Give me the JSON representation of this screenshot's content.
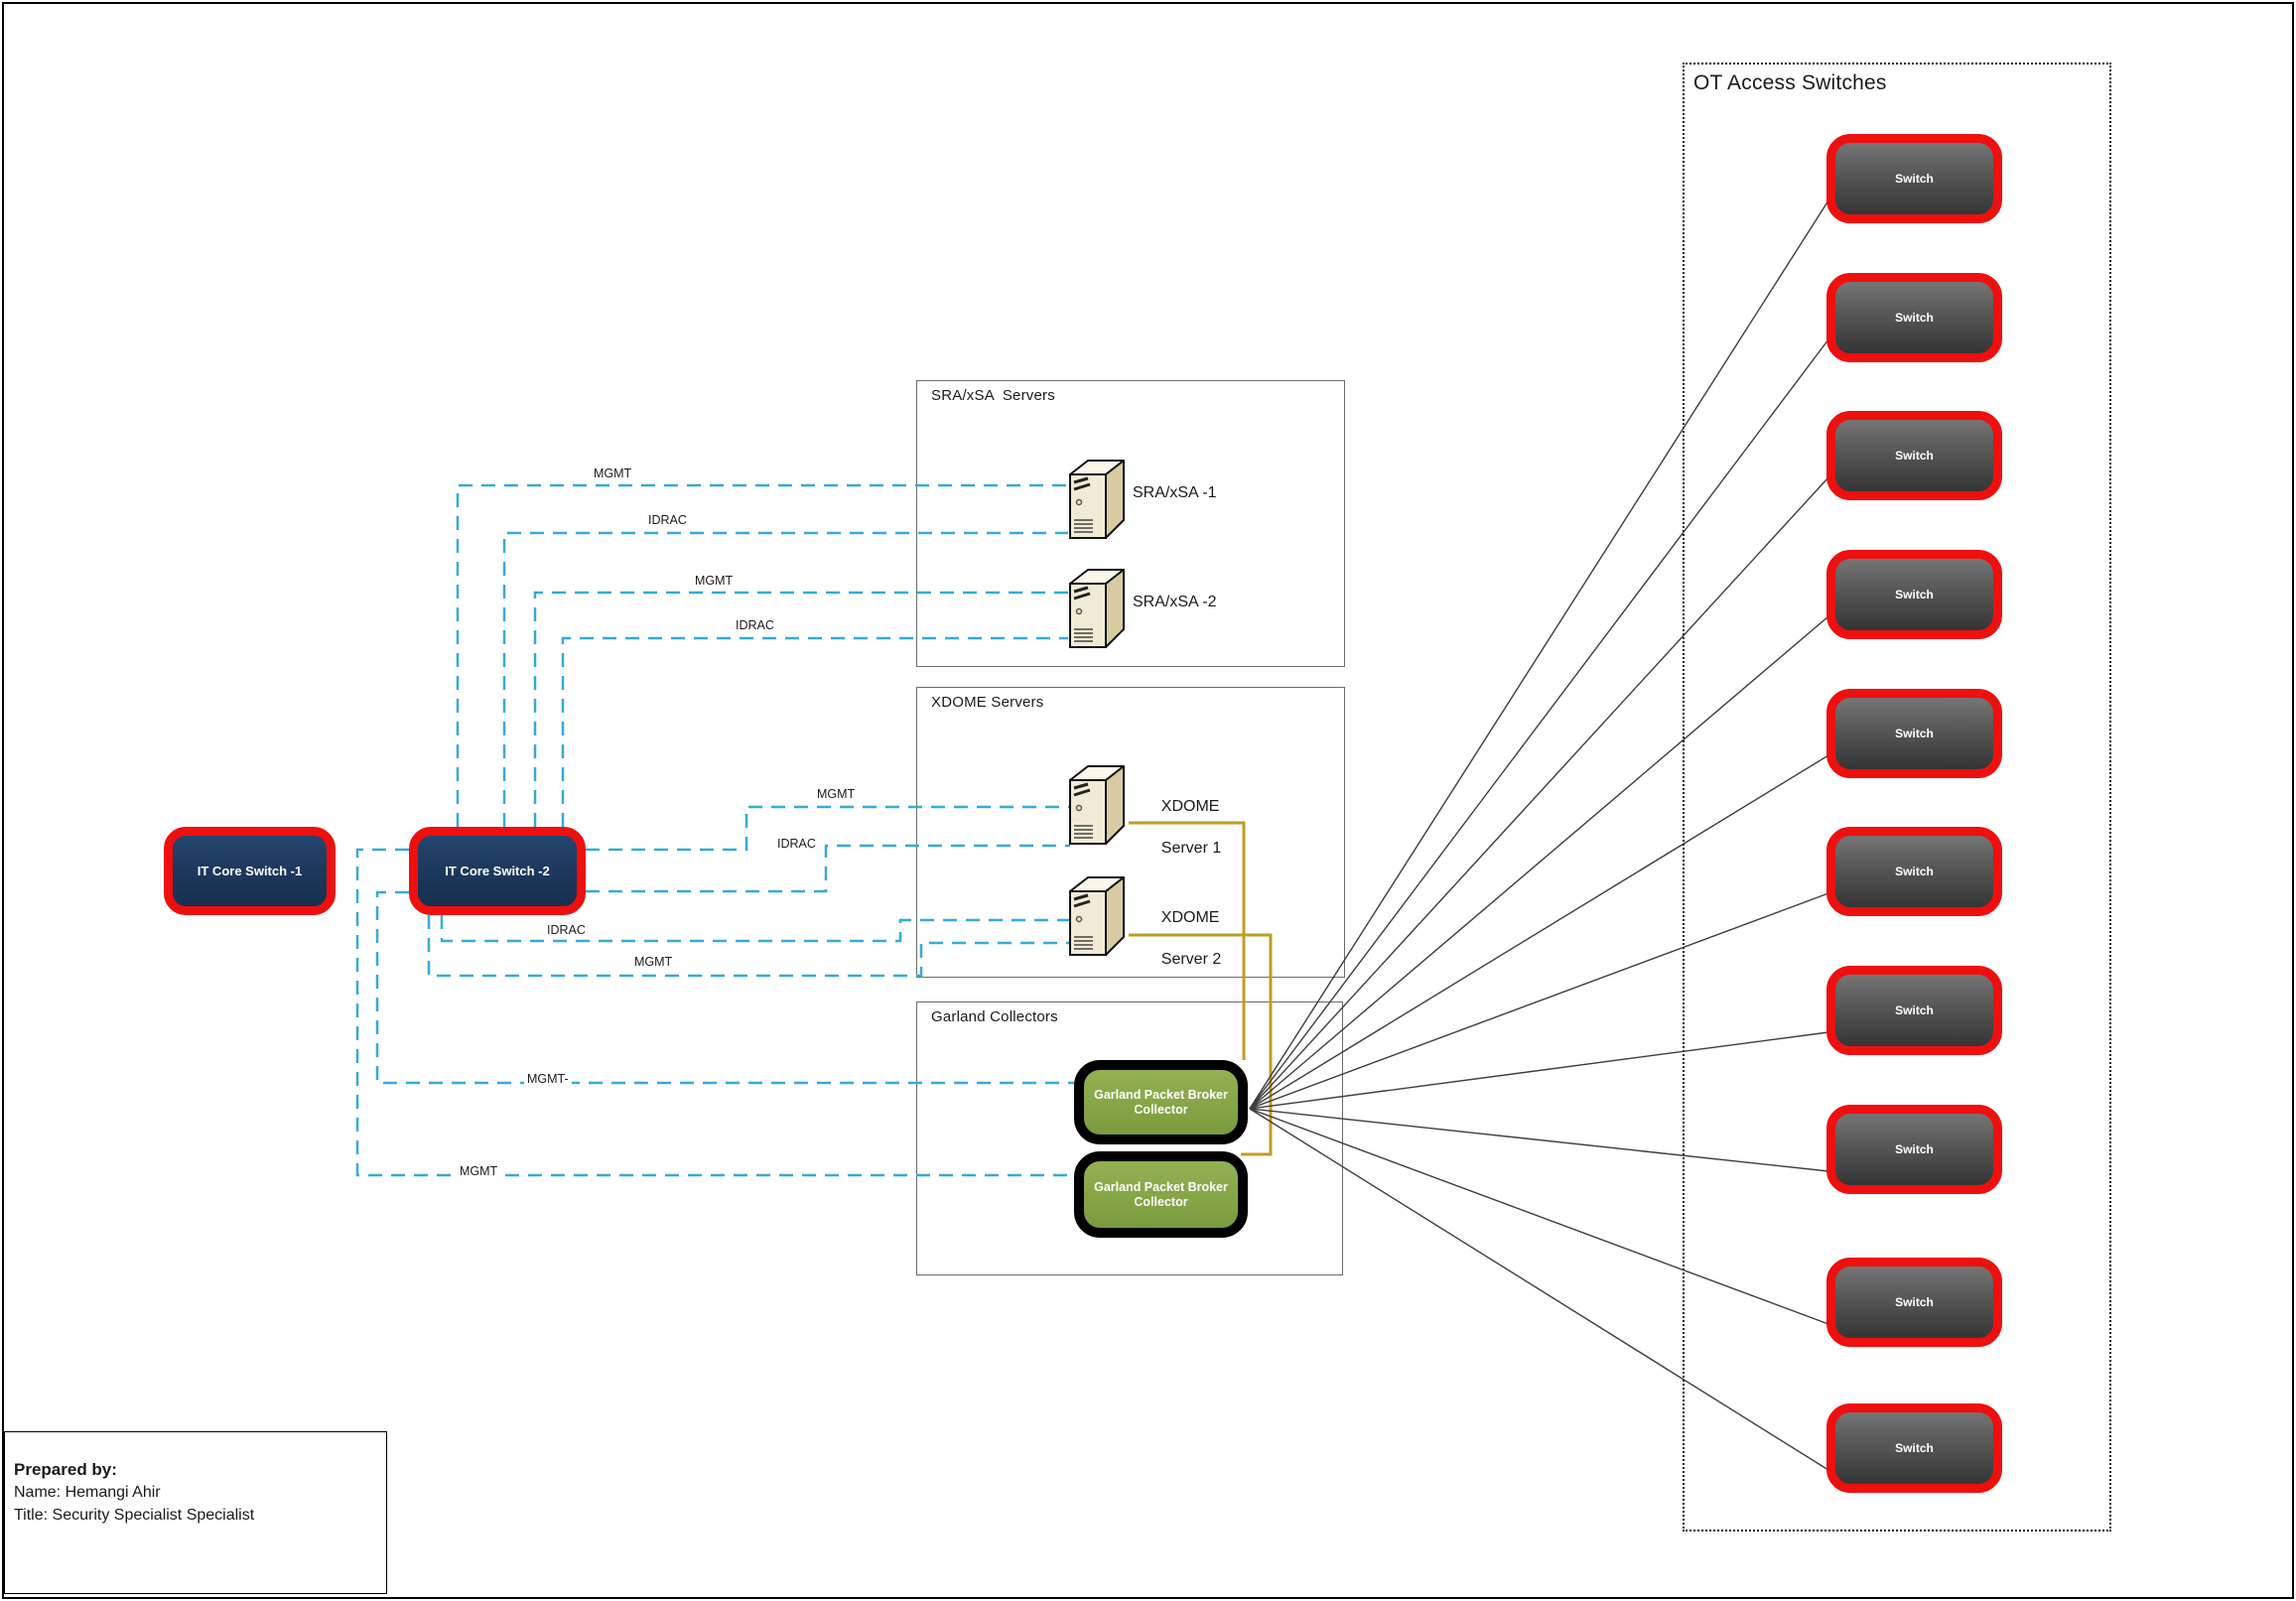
{
  "colors": {
    "cyan_dash": "#35ABD6",
    "gold_line": "#C49B22",
    "line_gray": "#3d3d3d",
    "red_border": "#EE0F0F",
    "navy_fill": "#1E3A60",
    "green_top": "#93B153",
    "green_bottom": "#7A9A3E",
    "switch_top": "#757575",
    "switch_bottom": "#353535"
  },
  "icons": {
    "server": "server-tower-icon"
  },
  "core_switches": [
    {
      "label": "IT Core Switch -1"
    },
    {
      "label": "IT Core Switch -2"
    }
  ],
  "groups": {
    "sra": {
      "title": "SRA/xSA  Servers",
      "servers": [
        {
          "label": "SRA/xSA -1"
        },
        {
          "label": "SRA/xSA -2"
        }
      ]
    },
    "xdome": {
      "title": "XDOME Servers",
      "servers": [
        {
          "line1": "XDOME",
          "line2": "Server 1"
        },
        {
          "line1": "XDOME",
          "line2": "Server 2"
        }
      ]
    },
    "garland": {
      "title": "Garland Collectors",
      "collectors": [
        {
          "label": "Garland Packet Broker Collector"
        },
        {
          "label": "Garland Packet Broker Collector"
        }
      ]
    },
    "ot": {
      "title": "OT Access Switches",
      "switches": [
        "Switch",
        "Switch",
        "Switch",
        "Switch",
        "Switch",
        "Switch",
        "Switch",
        "Switch",
        "Switch",
        "Switch"
      ]
    }
  },
  "connections": [
    {
      "label": "MGMT"
    },
    {
      "label": "IDRAC"
    },
    {
      "label": "MGMT"
    },
    {
      "label": "IDRAC"
    },
    {
      "label": "MGMT"
    },
    {
      "label": "IDRAC"
    },
    {
      "label": "IDRAC"
    },
    {
      "label": "MGMT"
    },
    {
      "label": "MGMT-"
    },
    {
      "label": "MGMT"
    }
  ],
  "prepared": {
    "heading": "Prepared by:",
    "name": "Name:  Hemangi Ahir",
    "title": "Title: Security Specialist Specialist"
  }
}
